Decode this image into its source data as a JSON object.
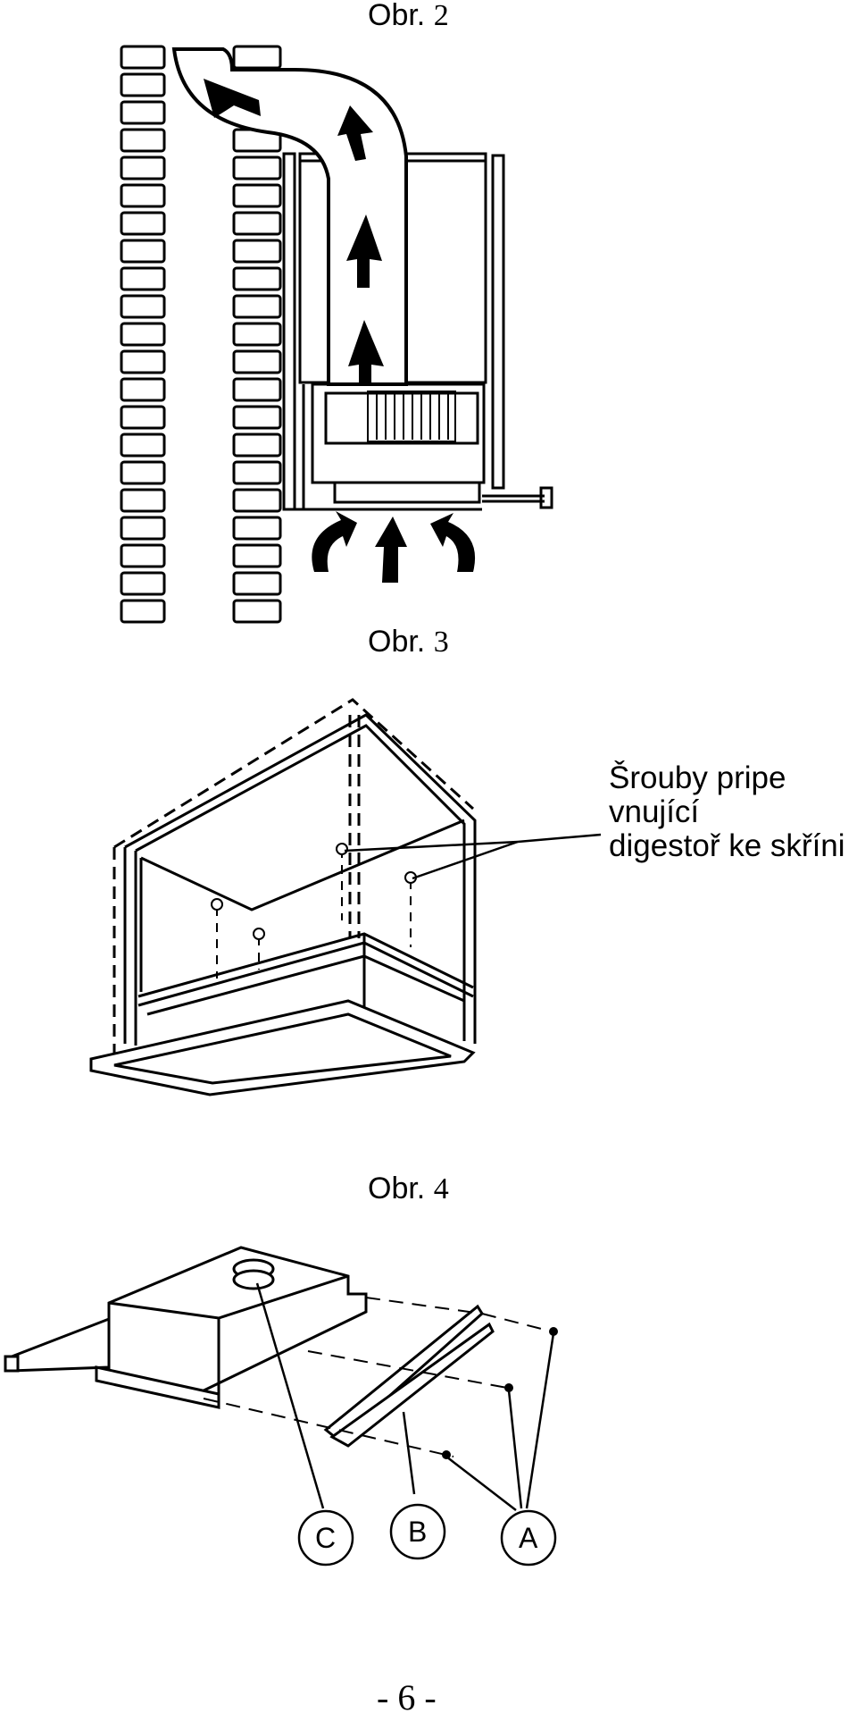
{
  "figures": {
    "fig2": {
      "label": "Obr.",
      "number": "2"
    },
    "fig3": {
      "label": "Obr.",
      "number": "3"
    },
    "fig4": {
      "label": "Obr.",
      "number": "4"
    }
  },
  "callout_fig3": {
    "line1": "Šrouby pripe",
    "line2": "vnující",
    "line3": "digestoř ke skříni"
  },
  "fig4_labels": {
    "c": "C",
    "b": "B",
    "a": "A"
  },
  "page_number": "- 6 -"
}
